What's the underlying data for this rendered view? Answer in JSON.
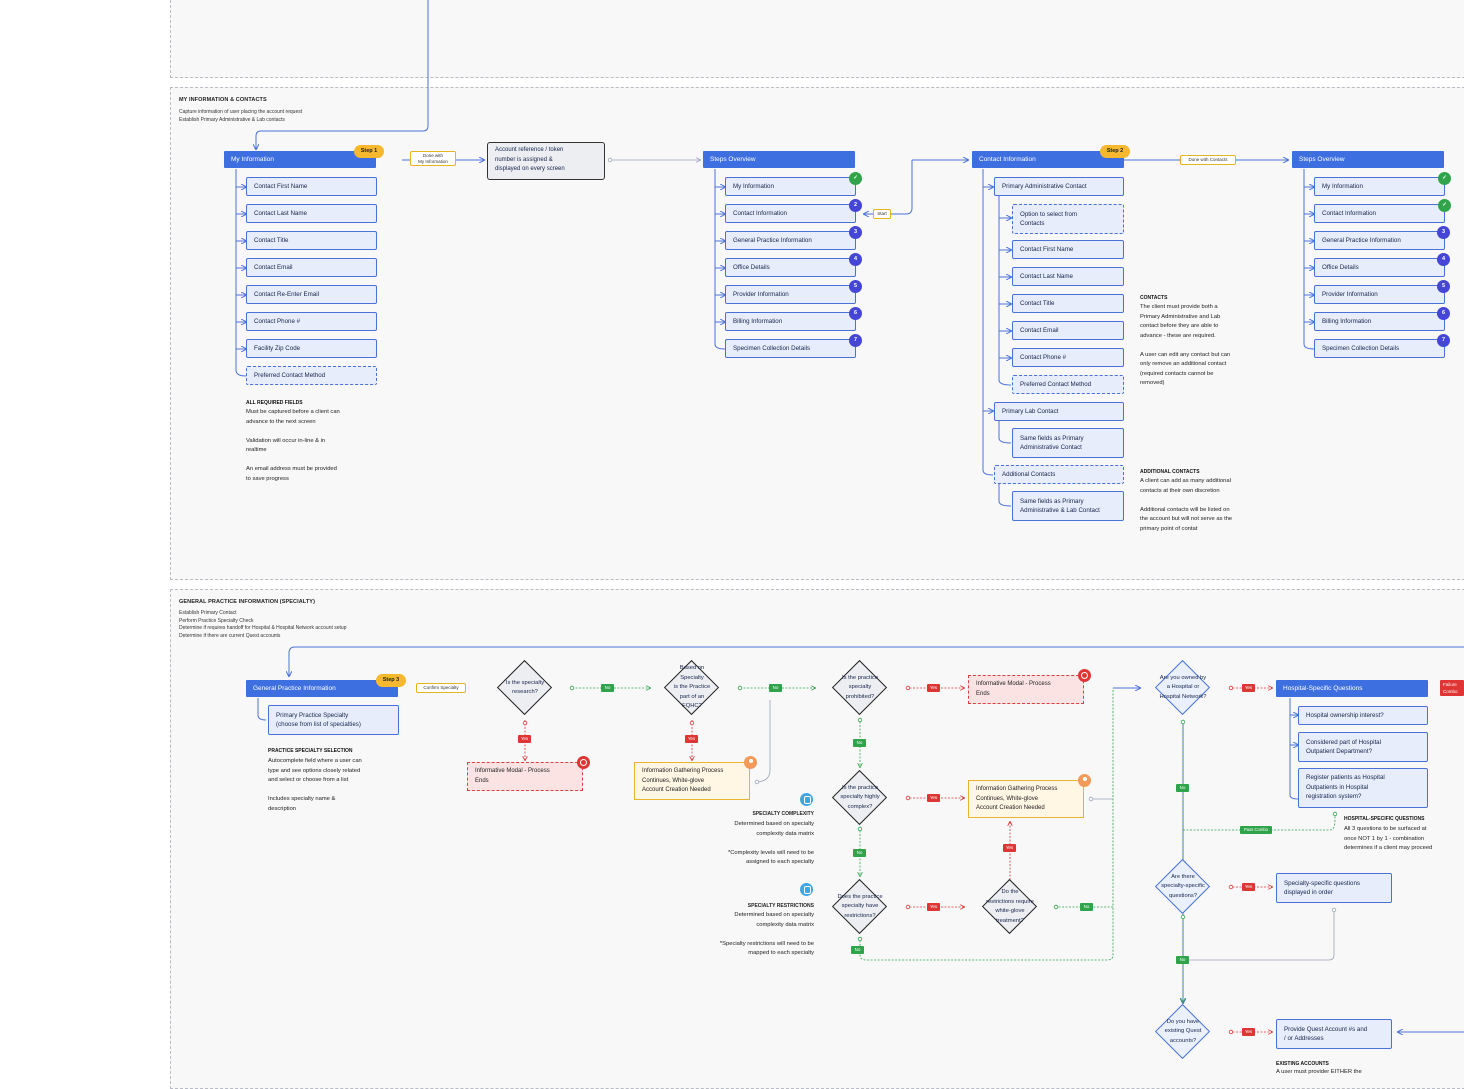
{
  "sections": {
    "my_info": {
      "title": "MY INFORMATION & CONTACTS",
      "desc": "Capture information of user placing the account request\nEstablish Primary Administrative & Lab contacts"
    },
    "gp_info": {
      "title": "GENERAL PRACTICE INFORMATION (SPECIALTY)",
      "desc": "Establish Primary Contact\nPerform Practice Specialty Check\nDetermine if requires handoff for Hospital & Hospital Network account setup\nDetermine if there are current Quest accounts"
    }
  },
  "my_information": {
    "header": "My Information",
    "step": "Step 1",
    "fields": [
      "Contact First Name",
      "Contact Last Name",
      "Contact Title",
      "Contact Email",
      "Contact Re-Enter Email",
      "Contact Phone #",
      "Facility Zip Code",
      "Preferred Contact Method"
    ],
    "done_tag": "Done with\nMy Information",
    "notes_title": "ALL REQUIRED FIELDS",
    "notes": "Must be captured before a client can\nadvance to the next screen\n\nValidation will occur in-line & in\nrealtime\n\nAn email address must be provided\nto save progress"
  },
  "token_box": "Account reference / token\nnumber is assigned &\ndisplayed on every screen",
  "steps_overview_1": {
    "header": "Steps Overview",
    "items": [
      "My Information",
      "Contact Information",
      "General Practice Information",
      "Office Details",
      "Provider Information",
      "Billing Information",
      "Specimen Collection Details"
    ],
    "badges": [
      "",
      "2",
      "3",
      "4",
      "5",
      "6",
      "7"
    ],
    "start_tag": "Start"
  },
  "contact_information": {
    "header": "Contact Information",
    "step": "Step 2",
    "primary_admin": "Primary Administrative Contact",
    "admin_fields": [
      "Option to select from\nContacts",
      "Contact First Name",
      "Contact Last Name",
      "Contact Title",
      "Contact Email",
      "Contact Phone #",
      "Preferred Contact Method"
    ],
    "primary_lab": "Primary Lab Contact",
    "lab_same": "Same fields as Primary\nAdministrative Contact",
    "additional": "Additional Contacts",
    "additional_same": "Same fields as Primary\nAdministrative & Lab Contact",
    "done_tag": "Done with Contacts",
    "contacts_title": "CONTACTS",
    "contacts_note": "The client must provide both a\nPrimary Administrative and Lab\ncontact before they are able to\nadvance - these are required.\n\nA user can edit any contact but can\nonly remove an additional contact\n(required contacts cannot be\nremoved)",
    "additional_title": "ADDITIONAL CONTACTS",
    "additional_note": "A client can add as many additional\ncontacts at their own discretion\n\nAdditional contacts will be listed on\nthe account but will not serve as the\nprimary point of contat"
  },
  "steps_overview_2": {
    "header": "Steps Overview",
    "items": [
      "My Information",
      "Contact Information",
      "General Practice Information",
      "Office Details",
      "Provider Information",
      "Billing Information",
      "Specimen Collection Details"
    ],
    "badges": [
      "",
      "",
      "3",
      "4",
      "5",
      "6",
      "7"
    ]
  },
  "gp": {
    "header": "General Practice Information",
    "step": "Step 3",
    "field": "Primary Practice Specialty\n(choose from list of specialties)",
    "confirm_tag": "Confirm Specialty",
    "sel_title": "PRACTICE SPECIALTY SELECTION",
    "sel_note": "Autocomplete field where a user can\ntype and see options closely related\nand select or choose from a list\n\nIncludes specialty name &\ndescription"
  },
  "decisions": {
    "research": "Is the specialty\nresearch?",
    "fqhc": "Based on\nSpecialty\nis the Practice\npart of an\nFQHC?",
    "prohibited": "Is the practice\nspecialty\nprohibited?",
    "complex": "Is the practice\nspecialty highly\ncomplex?",
    "restrictions": "Does the practice\nspecialty have\nrestrictions?",
    "whiteglove": "Do the\nrestrictions require\nwhite-glove\ntreatment?",
    "hospital": "Are you owned by\na Hospital or\nHospital Network?",
    "specialty_q": "Are there\nspecialty-specific\nquestions?",
    "quest": "Do you have\nexisting Quest\naccounts?"
  },
  "outcomes": {
    "modal_end_1": "Informative Modal - Process\nEnds",
    "modal_end_2": "Informative Modal - Process\nEnds",
    "whiteglove_1": "Information Gathering Process\nContinues, White-glove\nAccount Creation Needed",
    "whiteglove_2": "Information Gathering Process\nContinues, White-glove\nAccount Creation Needed"
  },
  "labels": {
    "yes": "Yes",
    "no": "No",
    "pass_combo": "Pass Combo",
    "failure_combo": "Failure\nCombo"
  },
  "complexity": {
    "title": "SPECIALTY COMPLEXITY",
    "note": "Determined based on specialty\ncomplexity data matrix\n\n*Complexity levels will need to be\nassigned to each specialty"
  },
  "restrictions_note": {
    "title": "SPECIALTY RESTRICTIONS",
    "note": "Determined based on specialty\ncomplexity data matrix\n\n*Specialty restrictions will need to be\nmapped to each specialty"
  },
  "hospital": {
    "header": "Hospital-Specific Questions",
    "q1": "Hospital ownership interest?",
    "q2": "Considered part of Hospital\nOutpatient Department?",
    "q3": "Register patients as Hospital\nOutpatients in Hospital\nregistration system?",
    "title": "HOSPITAL-SPECIFIC QUESTIONS",
    "note": "All 3 questions to be surfaced at\nonce NOT 1 by 1 - combination\ndetermines if a client may proceed"
  },
  "specialty_questions": "Specialty-specific questions\ndisplayed in order",
  "quest": {
    "box": "Provide Quest Account #s and\n/ or Addresses",
    "title": "EXISTING ACCOUNTS",
    "note": "A user must provider EITHER the"
  },
  "colors": {
    "blue": "#3d6fe0",
    "step": "#f5b82e",
    "green": "#2fa44a",
    "red": "#e03535"
  }
}
